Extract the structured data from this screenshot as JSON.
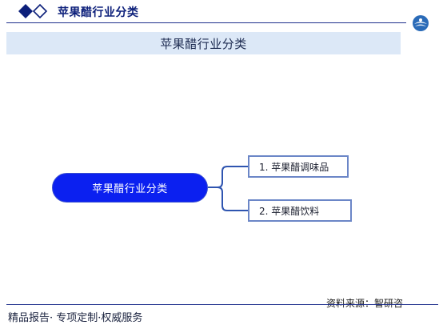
{
  "header": {
    "title": "苹果醋行业分类",
    "logo_icon": "globe-logo-icon",
    "diamond_icon": "double-diamond-icon",
    "accent_color": "#0c1f7a"
  },
  "title_band": {
    "text": "苹果醋行业分类",
    "background": "#dce8f7"
  },
  "mindmap": {
    "root": {
      "label": "苹果醋行业分类",
      "color": "#0b20f0"
    },
    "children": [
      {
        "label": "1. 苹果醋调味品"
      },
      {
        "label": "2. 苹果醋饮料"
      }
    ],
    "connector_color": "#2f55b0"
  },
  "footer": {
    "slogan": "精品报告· 专项定制·权威服务",
    "source": "资料来源：智研咨"
  }
}
